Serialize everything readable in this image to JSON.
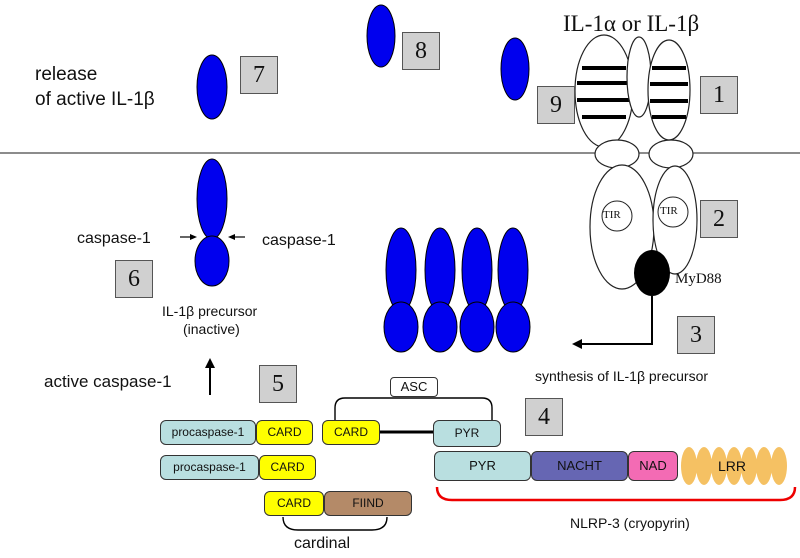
{
  "labels": {
    "il1_title": "IL-1α or IL-1β",
    "release": "release",
    "active_il1b": "of active IL-1β",
    "caspase_left": "caspase-1",
    "caspase_right": "caspase-1",
    "precursor_line1": "IL-1β precursor",
    "precursor_line2": "(inactive)",
    "active_caspase": "active caspase-1",
    "myd88": "MyD88",
    "tir": "TIR",
    "synthesis": "synthesis of IL-1β precursor",
    "asc": "ASC",
    "nlrp3": "NLRP-3 (cryopyrin)",
    "cardinal": "cardinal"
  },
  "steps": [
    "1",
    "2",
    "3",
    "4",
    "5",
    "6",
    "7",
    "8",
    "9"
  ],
  "domains": {
    "procaspase1_a": "procaspase-1",
    "card_a": "CARD",
    "procaspase1_b": "procaspase-1",
    "card_b": "CARD",
    "card_c": "CARD",
    "fiind": "FIIND",
    "asc_card": "CARD",
    "asc_pyr": "PYR",
    "nlrp3_pyr": "PYR",
    "nacht": "NACHT",
    "nad": "NAD",
    "lrr": "LRR"
  },
  "colors": {
    "il1_blue": "#0000ee",
    "card_yellow": "#ffff00",
    "pyr_cyan": "#b9dfe0",
    "fiind_brown": "#b48a68",
    "nacht_purple": "#6666b3",
    "nad_pink": "#f36bb4",
    "lrr_orange": "#f5c163",
    "bracket_red": "#ee0000",
    "step_box_gray": "#d0d0d0"
  }
}
